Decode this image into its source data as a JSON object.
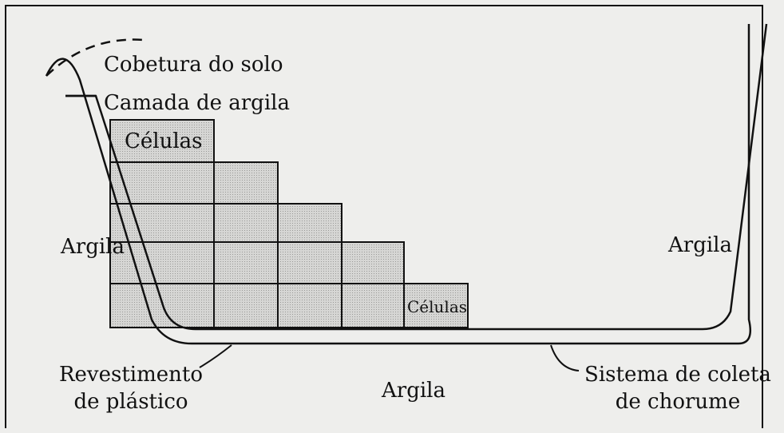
{
  "labels": {
    "soil_cover": "Cobetura do solo",
    "clay_layer": "Camada de argila",
    "cells_top": "Células",
    "cells_bottom": "Células",
    "clay_left": "Argila",
    "clay_right": "Argila",
    "clay_bottom": "Argila",
    "plastic_liner": [
      "Revestimento",
      "de plástico"
    ],
    "leachate_system": [
      "Sistema de coleta",
      "de chorume"
    ]
  },
  "colors": {
    "line": "#111111",
    "cell_fill": "#c9c9c7",
    "background": "#eeeeec"
  }
}
